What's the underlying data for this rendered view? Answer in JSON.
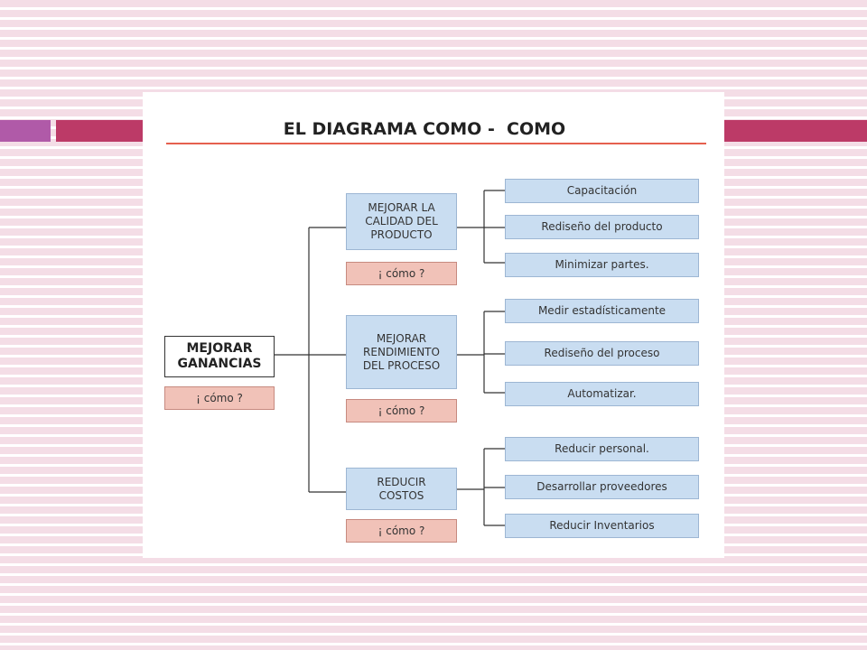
{
  "diagram": {
    "title": "EL DIAGRAMA COMO -  COMO",
    "root": {
      "label": "MEJORAR\nGANANCIAS",
      "como": "¡ cómo ?"
    },
    "branches": [
      {
        "label": "MEJORAR LA\nCALIDAD DEL\nPRODUCTO",
        "como": "¡ cómo ?",
        "leaves": [
          "Capacitación",
          "Rediseño del producto",
          "Minimizar partes."
        ]
      },
      {
        "label": "MEJORAR\nRENDIMIENTO\nDEL PROCESO",
        "como": "¡ cómo ?",
        "leaves": [
          "Medir estadísticamente",
          "Rediseño del proceso",
          "Automatizar."
        ]
      },
      {
        "label": "REDUCIR\nCOSTOS",
        "como": "¡ cómo ?",
        "leaves": [
          "Reducir personal.",
          "Desarrollar proveedores",
          "Reducir Inventarios"
        ]
      }
    ]
  },
  "colors": {
    "accent_purple": "#b05aa8",
    "accent_red": "#bc3a67",
    "box_blue": "#c9ddf1",
    "box_salmon": "#f1c2b8",
    "title_rule": "#e5604e"
  }
}
